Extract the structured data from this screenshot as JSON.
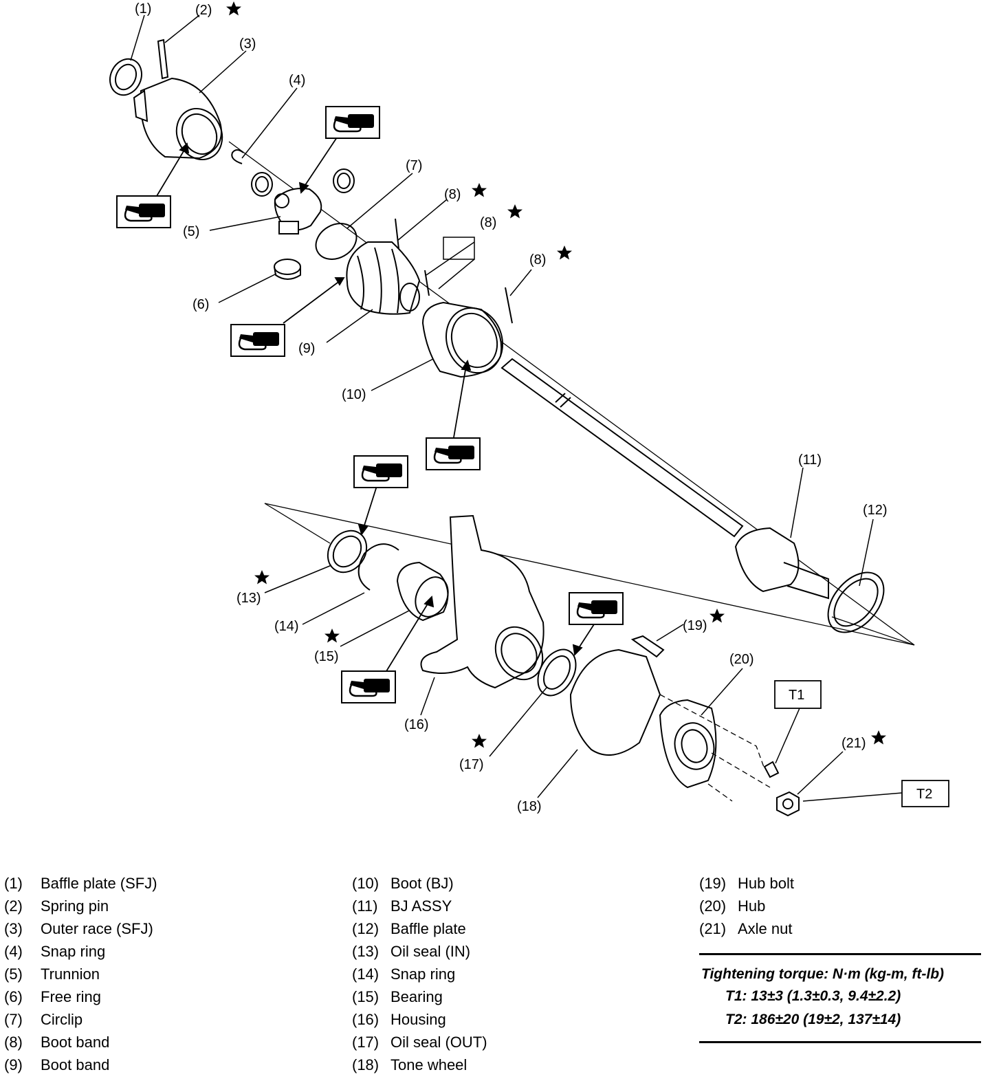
{
  "callouts": [
    "(1)",
    "(2)",
    "(3)",
    "(4)",
    "(5)",
    "(6)",
    "(7)",
    "(8)",
    "(8)",
    "(8)",
    "(9)",
    "(10)",
    "(11)",
    "(12)",
    "(13)",
    "(14)",
    "(15)",
    "(16)",
    "(17)",
    "(18)",
    "(19)",
    "(20)",
    "(21)"
  ],
  "boxes": {
    "t1": "T1",
    "t2": "T2"
  },
  "legend": [
    {
      "num": "(1)",
      "name": "Baffle plate (SFJ)"
    },
    {
      "num": "(2)",
      "name": "Spring pin"
    },
    {
      "num": "(3)",
      "name": "Outer race (SFJ)"
    },
    {
      "num": "(4)",
      "name": "Snap ring"
    },
    {
      "num": "(5)",
      "name": "Trunnion"
    },
    {
      "num": "(6)",
      "name": "Free ring"
    },
    {
      "num": "(7)",
      "name": "Circlip"
    },
    {
      "num": "(8)",
      "name": "Boot band"
    },
    {
      "num": "(9)",
      "name": "Boot band"
    },
    {
      "num": "(10)",
      "name": "Boot (BJ)"
    },
    {
      "num": "(11)",
      "name": "BJ ASSY"
    },
    {
      "num": "(12)",
      "name": "Baffle plate"
    },
    {
      "num": "(13)",
      "name": "Oil seal (IN)"
    },
    {
      "num": "(14)",
      "name": "Snap ring"
    },
    {
      "num": "(15)",
      "name": "Bearing"
    },
    {
      "num": "(16)",
      "name": "Housing"
    },
    {
      "num": "(17)",
      "name": "Oil seal (OUT)"
    },
    {
      "num": "(18)",
      "name": "Tone wheel"
    },
    {
      "num": "(19)",
      "name": "Hub bolt"
    },
    {
      "num": "(20)",
      "name": "Hub"
    },
    {
      "num": "(21)",
      "name": "Axle nut"
    }
  ],
  "torque": {
    "title": "Tightening torque: N·m (kg-m, ft-lb)",
    "t1": "T1: 13±3 (1.3±0.3, 9.4±2.2)",
    "t2": "T2: 186±20 (19±2, 137±14)"
  },
  "icons": [
    "star-icon",
    "grease-icon"
  ]
}
